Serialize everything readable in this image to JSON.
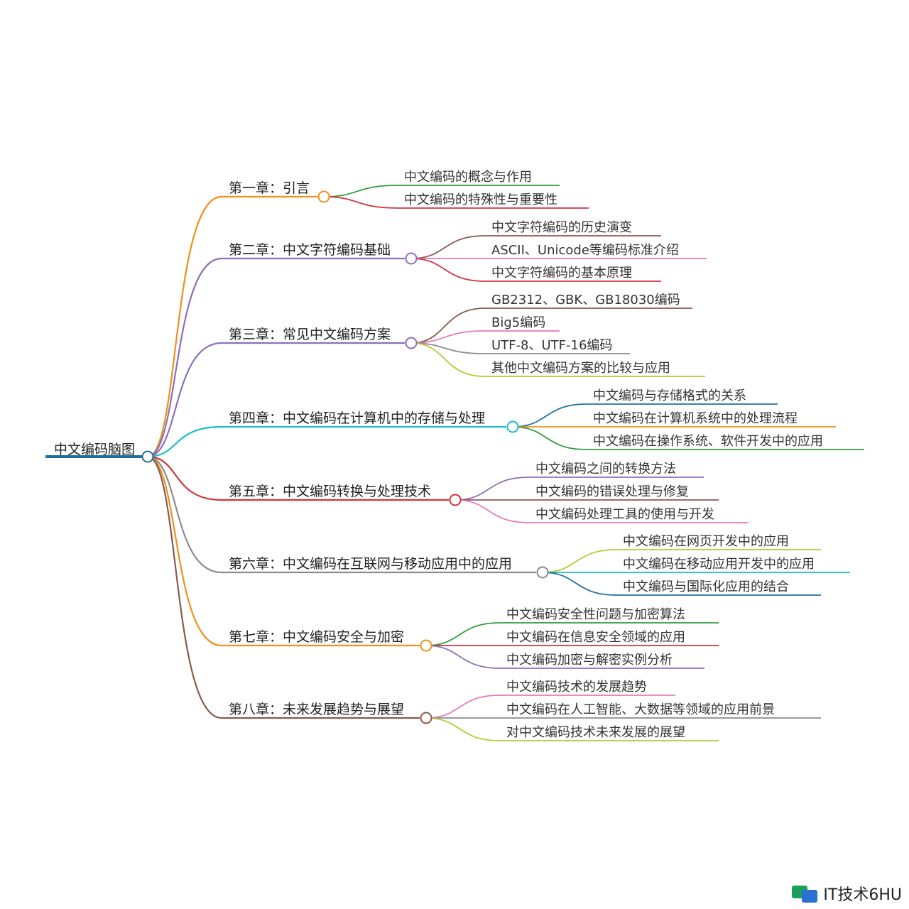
{
  "root": {
    "label": "中文编码脑图",
    "color": "#1f6f9e"
  },
  "chapters": [
    {
      "label": "第一章：引言",
      "color": "#f0901a",
      "leaves": [
        {
          "label": "中文编码的概念与作用",
          "color": "#2e9e3e"
        },
        {
          "label": "中文编码的特殊性与重要性",
          "color": "#d2343c"
        }
      ]
    },
    {
      "label": "第二章：中文字符编码基础",
      "color": "#8d6fb8",
      "leaves": [
        {
          "label": "中文字符编码的历史演变",
          "color": "#8a5a4e"
        },
        {
          "label": "ASCII、Unicode等编码标准介绍",
          "color": "#e87ab8"
        },
        {
          "label": "中文字符编码的基本原理",
          "color": "#d2343c"
        }
      ]
    },
    {
      "label": "第三章：常见中文编码方案",
      "color": "#8d6fb8",
      "leaves": [
        {
          "label": "GB2312、GBK、GB18030编码",
          "color": "#8a5a4e"
        },
        {
          "label": "Big5编码",
          "color": "#e87ab8"
        },
        {
          "label": "UTF-8、UTF-16编码",
          "color": "#8c8c8c"
        },
        {
          "label": "其他中文编码方案的比较与应用",
          "color": "#b7c934"
        }
      ]
    },
    {
      "label": "第四章：中文编码在计算机中的存储与处理",
      "color": "#1fbcc7",
      "leaves": [
        {
          "label": "中文编码与存储格式的关系",
          "color": "#1f6f9e"
        },
        {
          "label": "中文编码在计算机系统中的处理流程",
          "color": "#f0901a"
        },
        {
          "label": "中文编码在操作系统、软件开发中的应用",
          "color": "#2e9e3e"
        }
      ]
    },
    {
      "label": "第五章：中文编码转换与处理技术",
      "color": "#d2343c",
      "leaves": [
        {
          "label": "中文编码之间的转换方法",
          "color": "#8d6fb8"
        },
        {
          "label": "中文编码的错误处理与修复",
          "color": "#8a5a4e"
        },
        {
          "label": "中文编码处理工具的使用与开发",
          "color": "#e87ab8"
        }
      ]
    },
    {
      "label": "第六章：中文编码在互联网与移动应用中的应用",
      "color": "#8c8c8c",
      "leaves": [
        {
          "label": "中文编码在网页开发中的应用",
          "color": "#b7c934"
        },
        {
          "label": "中文编码在移动应用开发中的应用",
          "color": "#1fbcc7"
        },
        {
          "label": "中文编码与国际化应用的结合",
          "color": "#1f6f9e"
        }
      ]
    },
    {
      "label": "第七章：中文编码安全与加密",
      "color": "#f0901a",
      "leaves": [
        {
          "label": "中文编码安全性问题与加密算法",
          "color": "#2e9e3e"
        },
        {
          "label": "中文编码在信息安全领域的应用",
          "color": "#d2343c"
        },
        {
          "label": "中文编码加密与解密实例分析",
          "color": "#8d6fb8"
        }
      ]
    },
    {
      "label": "第八章：未来发展趋势与展望",
      "color": "#8a5a4e",
      "leaves": [
        {
          "label": "中文编码技术的发展趋势",
          "color": "#e87ab8"
        },
        {
          "label": "中文编码在人工智能、大数据等领域的应用前景",
          "color": "#8c8c8c"
        },
        {
          "label": "对中文编码技术未来发展的展望",
          "color": "#b7c934"
        }
      ]
    }
  ],
  "watermark": {
    "text": "IT技术6HU"
  }
}
